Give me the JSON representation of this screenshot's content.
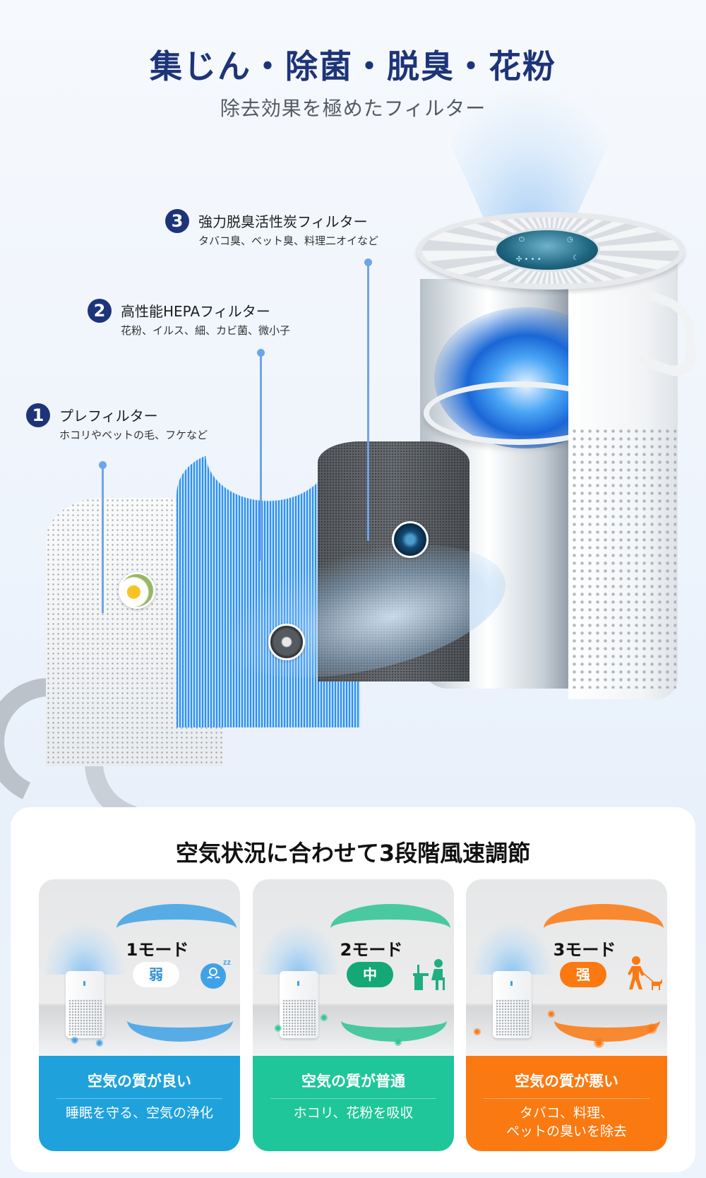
{
  "hero": {
    "headline": "集じん・除菌・脱臭・花粉",
    "subheadline": "除去効果を極めたフィルター",
    "colors": {
      "headline": "#1d3478",
      "badge": "#1d3478",
      "pointer": "#6fa4e9"
    }
  },
  "filters": [
    {
      "number": "1",
      "title": "プレフィルター",
      "description": "ホコリやベットの毛、フケなど",
      "icon": "flower-macro-icon"
    },
    {
      "number": "2",
      "title": "高性能HEPAフィルター",
      "description": "花粉、イルス、細、カビ菌、微小子",
      "icon": "hair-macro-icon"
    },
    {
      "number": "3",
      "title": "強力脱臭活性炭フィルター",
      "description": "タバコ臭、ベット臭、料理二オイなど",
      "icon": "carbon-macro-icon"
    }
  ],
  "modes_section": {
    "title": "空気状況に合わせて3段階風速調節",
    "modes": [
      {
        "label": "1モード",
        "level": "弱",
        "icon": "sleeping-baby-icon",
        "quality": "空気の質が良い",
        "description": "睡眠を守る、空気の浄化",
        "color": "#1fa2dc"
      },
      {
        "label": "2モード",
        "level": "中",
        "icon": "person-at-desk-icon",
        "quality": "空気の質が普通",
        "description": "ホコリ、花粉を吸収",
        "color": "#1fc69a"
      },
      {
        "label": "3モード",
        "level": "强",
        "icon": "person-walking-dog-icon",
        "quality": "空気の質が悪い",
        "description": "タバコ、料理、\nペットの臭いを除去",
        "color": "#fb7911"
      }
    ]
  }
}
